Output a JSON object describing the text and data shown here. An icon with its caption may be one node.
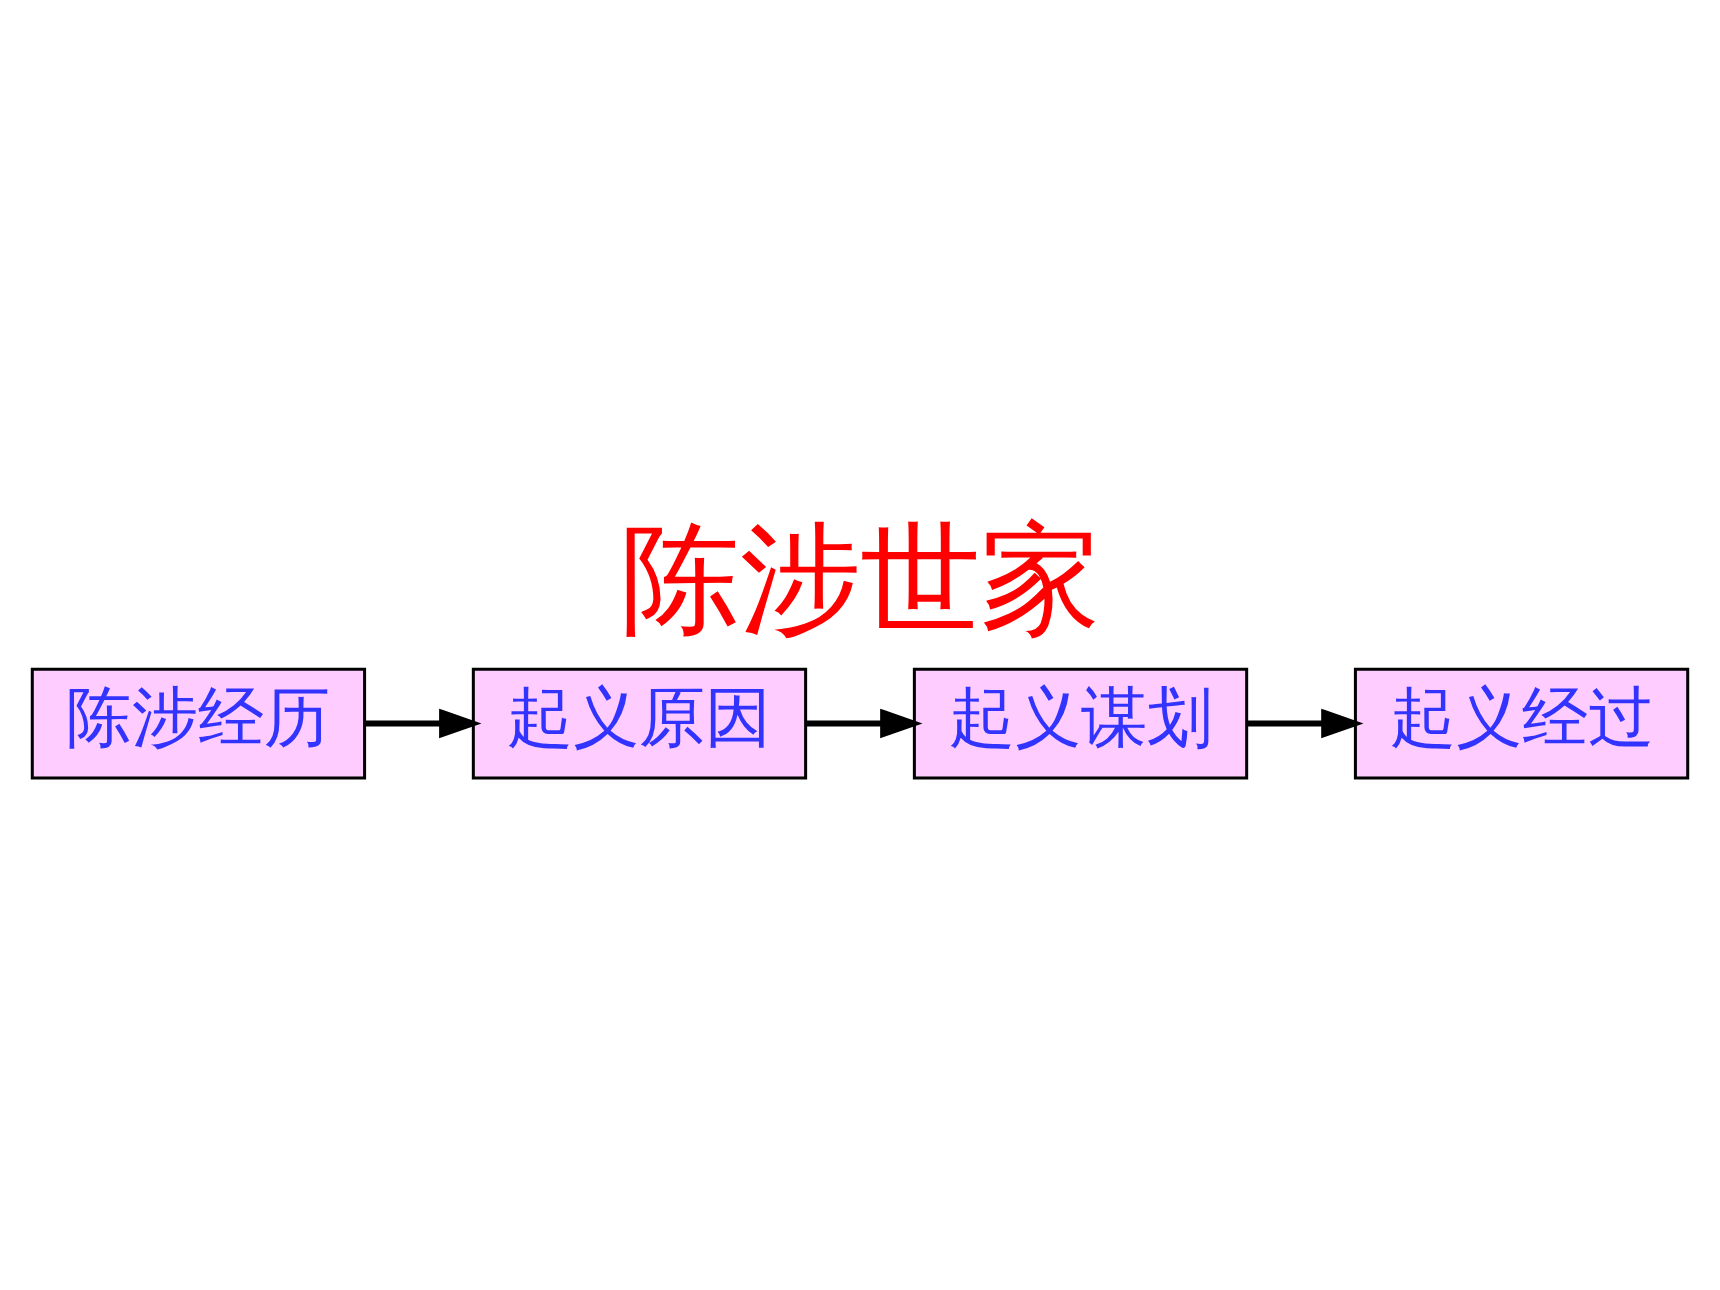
{
  "diagram": {
    "title": "陈涉世家",
    "nodes": [
      {
        "text": [
          "陈涉经历"
        ]
      },
      {
        "text": [
          "起义原因"
        ]
      },
      {
        "text": [
          "起义谋划"
        ]
      },
      {
        "text": [
          "起义经过"
        ]
      }
    ],
    "edges": [
      {
        "from": 0,
        "to": 1,
        "arrow": "to"
      },
      {
        "from": 1,
        "to": 2,
        "arrow": "to"
      },
      {
        "from": 2,
        "to": 3,
        "arrow": "to"
      }
    ]
  }
}
